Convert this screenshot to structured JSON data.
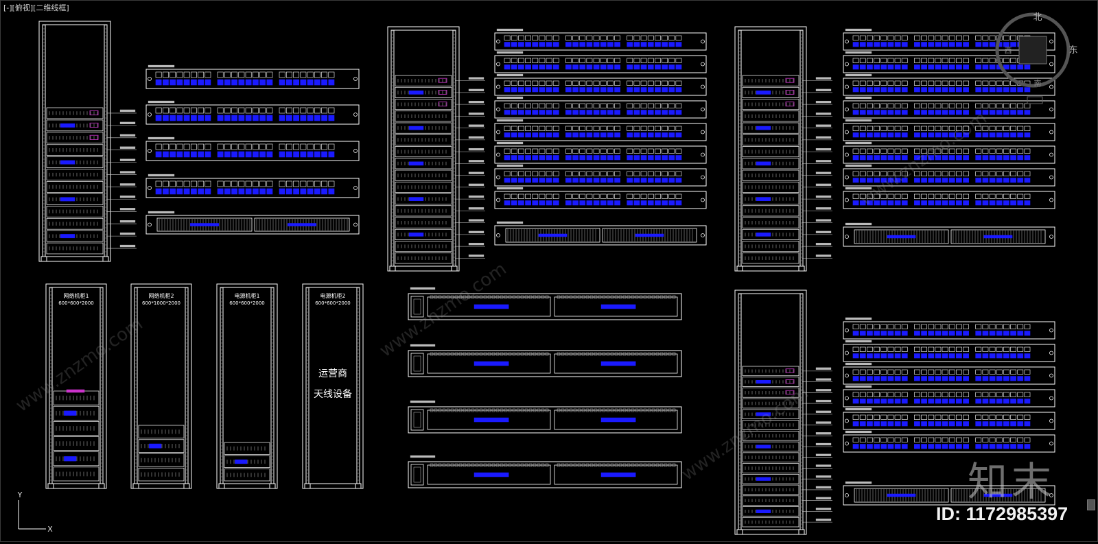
{
  "viewport": {
    "label": "[-][俯视][二维线框]",
    "colors": {
      "background": "#000000",
      "line": "#ffffff",
      "accent_blue": "#1a1aff",
      "accent_magenta": "#cc33cc"
    }
  },
  "viewcube": {
    "north": "北",
    "east": "东",
    "west": "西",
    "south": "南"
  },
  "ucs": {
    "x_label": "X",
    "y_label": "Y"
  },
  "labels": {
    "net_cab1": "网络机柜1",
    "net_cab1_dim": "600*600*2000",
    "net_cab2": "网络机柜2",
    "net_cab2_dim": "600*1000*2000",
    "power_cab1": "电源机柜1",
    "power_cab1_dim": "600*600*2000",
    "power_cab2": "电源机柜2",
    "power_cab2_dim": "600*600*2000",
    "carrier_line1": "运营商",
    "carrier_line2": "天线设备"
  },
  "watermarks": {
    "brand": "知末",
    "id": "ID: 1172985397",
    "site": "www.znzmo.com"
  }
}
